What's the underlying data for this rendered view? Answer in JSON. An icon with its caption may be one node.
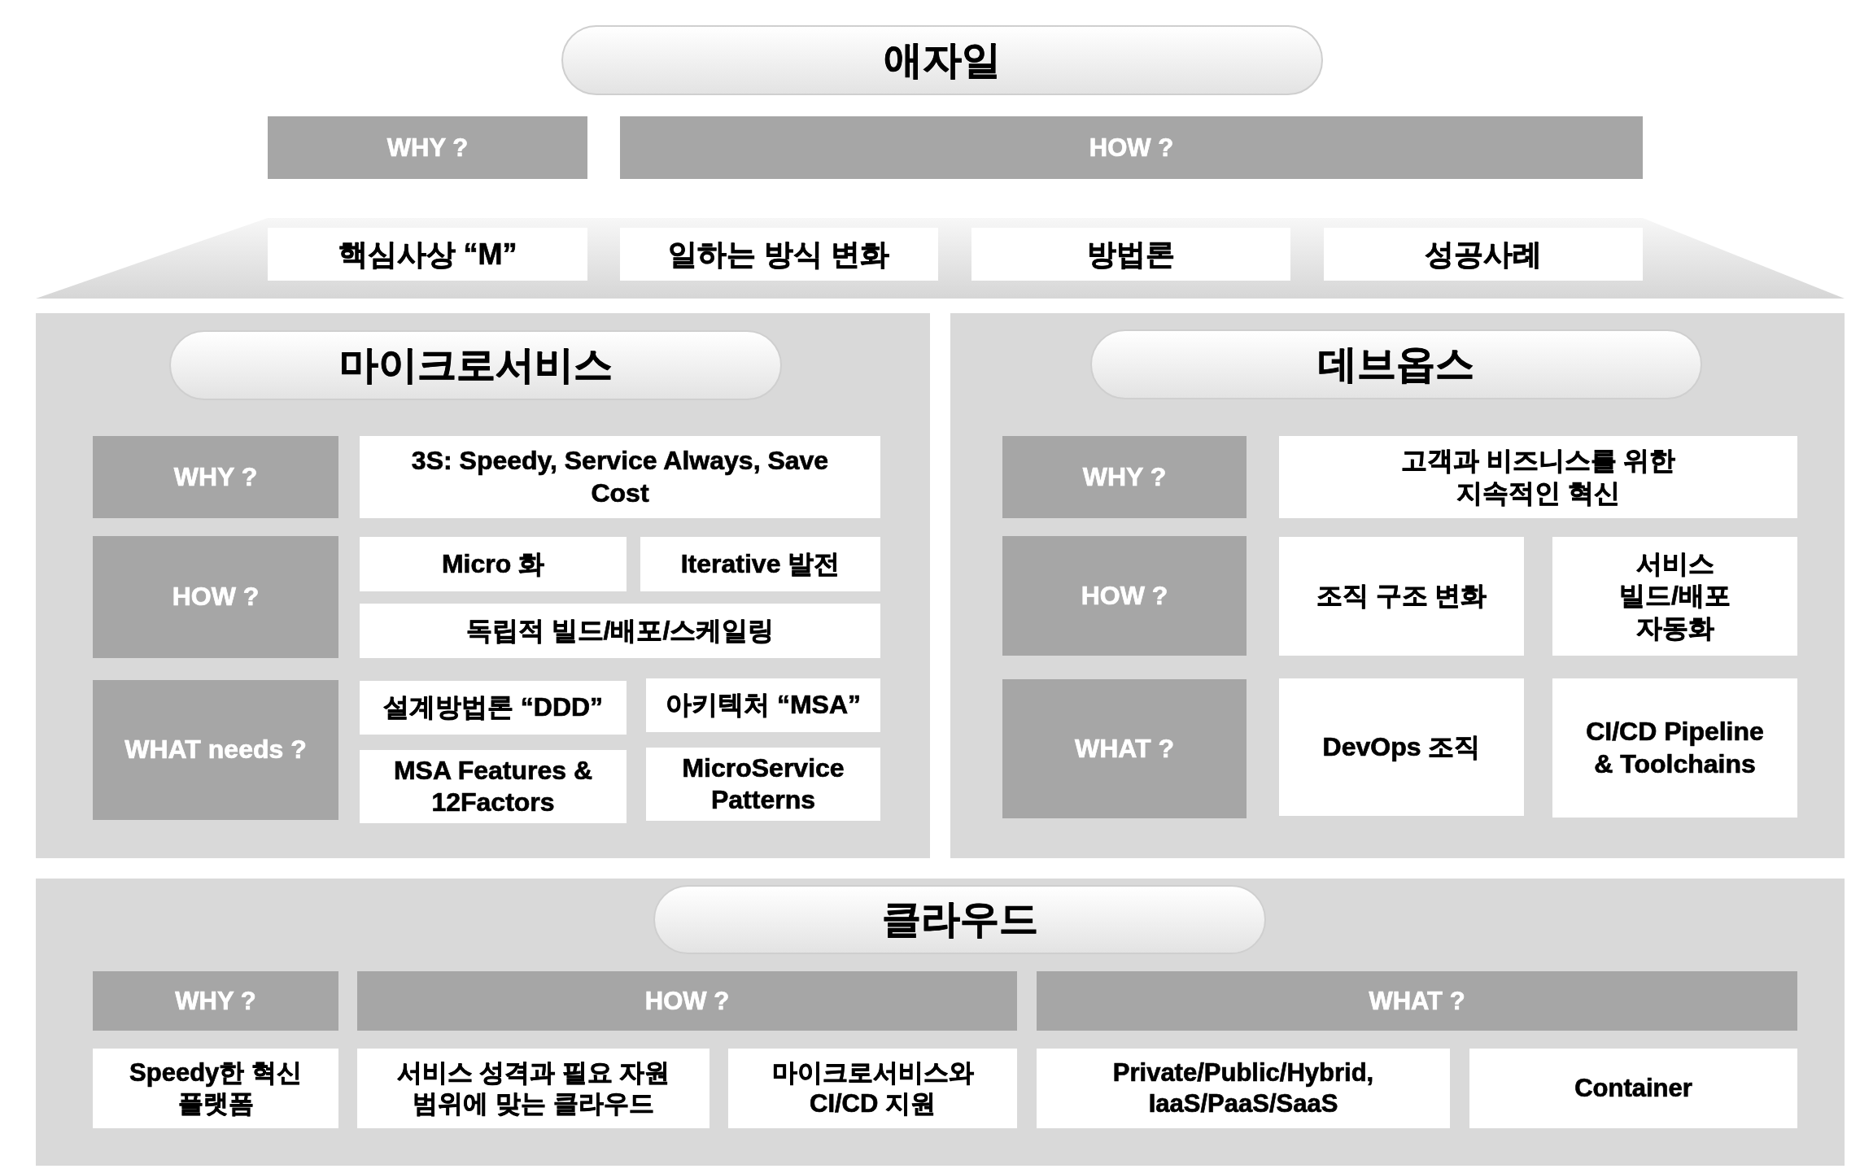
{
  "diagram": {
    "nodes": [
      {
        "text": [
          "애자일"
        ]
      },
      {
        "text": [
          "WHY ?"
        ]
      },
      {
        "text": [
          "HOW ?"
        ]
      },
      {
        "text": [],
        "shape": "trapezoid"
      },
      {
        "text": [
          "핵심사상 “M”"
        ],
        "in": 3
      },
      {
        "text": [
          "일하는 방식 변화"
        ],
        "in": 3
      },
      {
        "text": [
          "방법론"
        ],
        "in": 3
      },
      {
        "text": [
          "성공사례"
        ],
        "in": 3
      },
      {
        "text": [],
        "shape": "box"
      },
      {
        "text": [
          "마이크로서비스"
        ],
        "in": 8
      },
      {
        "text": [
          "WHY ?"
        ],
        "in": 8
      },
      {
        "text": [
          "3S: Speedy, Service Always, Save Cost"
        ],
        "in": 8
      },
      {
        "text": [
          "HOW ?"
        ],
        "in": 8
      },
      {
        "text": [
          "Micro 화"
        ],
        "in": 8
      },
      {
        "text": [
          "Iterative 발전"
        ],
        "in": 8
      },
      {
        "text": [
          "독립적 빌드/배포/스케일링"
        ],
        "in": 8
      },
      {
        "text": [
          "WHAT needs ?"
        ],
        "in": 8
      },
      {
        "text": [
          "설계방법론 “DDD”"
        ],
        "in": 8
      },
      {
        "text": [
          "아키텍처 “MSA”"
        ],
        "in": 8
      },
      {
        "text": [
          "MSA Features & 12Factors"
        ],
        "in": 8
      },
      {
        "text": [
          "MicroService Patterns"
        ],
        "in": 8
      },
      {
        "text": [],
        "shape": "box"
      },
      {
        "text": [
          "데브옵스"
        ],
        "in": 21
      },
      {
        "text": [
          "WHY ?"
        ],
        "in": 21
      },
      {
        "text": [
          "고객과 비즈니스를 위한 지속적인 혁신"
        ],
        "in": 21
      },
      {
        "text": [
          "HOW ?"
        ],
        "in": 21
      },
      {
        "text": [
          "조직 구조 변화"
        ],
        "in": 21
      },
      {
        "text": [
          "서비스 빌드/배포 자동화"
        ],
        "in": 21
      },
      {
        "text": [
          "WHAT ?"
        ],
        "in": 21
      },
      {
        "text": [
          "DevOps 조직"
        ],
        "in": 21
      },
      {
        "text": [
          "CI/CD Pipeline & Toolchains"
        ],
        "in": 21
      },
      {
        "text": [],
        "shape": "box"
      },
      {
        "text": [
          "클라우드"
        ],
        "in": 31
      },
      {
        "text": [
          "WHY ?"
        ],
        "in": 31
      },
      {
        "text": [
          "HOW ?"
        ],
        "in": 31
      },
      {
        "text": [
          "WHAT ?"
        ],
        "in": 31
      },
      {
        "text": [
          "Speedy한 혁신 플랫폼"
        ],
        "in": 31
      },
      {
        "text": [
          "서비스 성격과 필요 자원 범위에 맞는 클라우드"
        ],
        "in": 31
      },
      {
        "text": [
          "마이크로서비스와 CI/CD 지원"
        ],
        "in": 31
      },
      {
        "text": [
          "Private/Public/Hybrid, IaaS/PaaS/SaaS"
        ],
        "in": 31
      },
      {
        "text": [
          "Container"
        ],
        "in": 31
      }
    ],
    "edges": []
  }
}
